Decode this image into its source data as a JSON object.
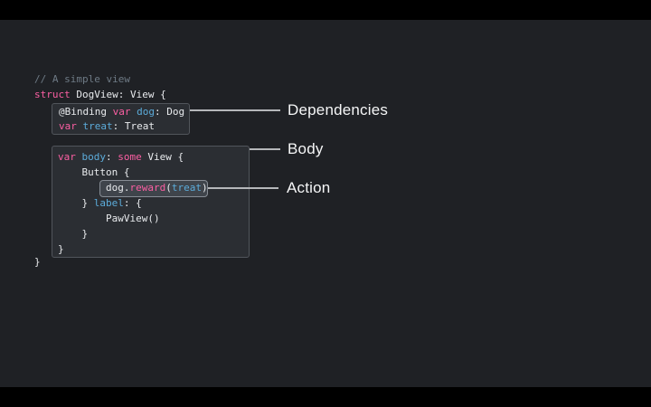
{
  "colors": {
    "letterbox": "#000000",
    "slide-bg": "#1f2125",
    "box-bg": "#2b2e33",
    "box-border": "#51555b",
    "highlight-bg": "#3f444b",
    "highlight-border": "#878d95",
    "connector": "#b5b7ba",
    "label": "#f5f6f7",
    "plain": "#e9ebee",
    "keyword": "#fc5fa3",
    "identifier": "#5cacdb",
    "comment": "#6e7a85"
  },
  "code": {
    "comment_line": [
      {
        "t": "// A simple view",
        "c": "c"
      }
    ],
    "struct_line": [
      {
        "t": "struct",
        "c": "k"
      },
      {
        "t": " DogView: View {",
        "c": "p"
      }
    ],
    "dependencies_lines": {
      "0": [
        {
          "t": "@Binding ",
          "c": "p"
        },
        {
          "t": "var",
          "c": "k"
        },
        {
          "t": " ",
          "c": "p"
        },
        {
          "t": "dog",
          "c": "i"
        },
        {
          "t": ": Dog",
          "c": "p"
        }
      ],
      "1": [
        {
          "t": "var",
          "c": "k"
        },
        {
          "t": " ",
          "c": "p"
        },
        {
          "t": "treat",
          "c": "i"
        },
        {
          "t": ": Treat",
          "c": "p"
        }
      ]
    },
    "body_lines": {
      "0": [
        {
          "t": "var",
          "c": "k"
        },
        {
          "t": " ",
          "c": "p"
        },
        {
          "t": "body",
          "c": "i"
        },
        {
          "t": ": ",
          "c": "p"
        },
        {
          "t": "some",
          "c": "k"
        },
        {
          "t": " View {",
          "c": "p"
        }
      ],
      "1": [
        {
          "t": "    Button {",
          "c": "p"
        }
      ],
      "2": [
        {
          "t": "        dog.",
          "c": "p"
        },
        {
          "t": "reward",
          "c": "k"
        },
        {
          "t": "(",
          "c": "p"
        },
        {
          "t": "treat",
          "c": "i"
        },
        {
          "t": ")",
          "c": "p"
        }
      ],
      "3": [
        {
          "t": "    } ",
          "c": "p"
        },
        {
          "t": "label",
          "c": "i"
        },
        {
          "t": ": {",
          "c": "p"
        }
      ],
      "4": [
        {
          "t": "        PawView()",
          "c": "p"
        }
      ],
      "5": [
        {
          "t": "    }",
          "c": "p"
        }
      ],
      "6": [
        {
          "t": "}",
          "c": "p"
        }
      ]
    },
    "closing_line": [
      {
        "t": "}",
        "c": "p"
      }
    ]
  },
  "annotations": {
    "dependencies": {
      "label": "Dependencies"
    },
    "body": {
      "label": "Body"
    },
    "action": {
      "label": "Action"
    }
  }
}
